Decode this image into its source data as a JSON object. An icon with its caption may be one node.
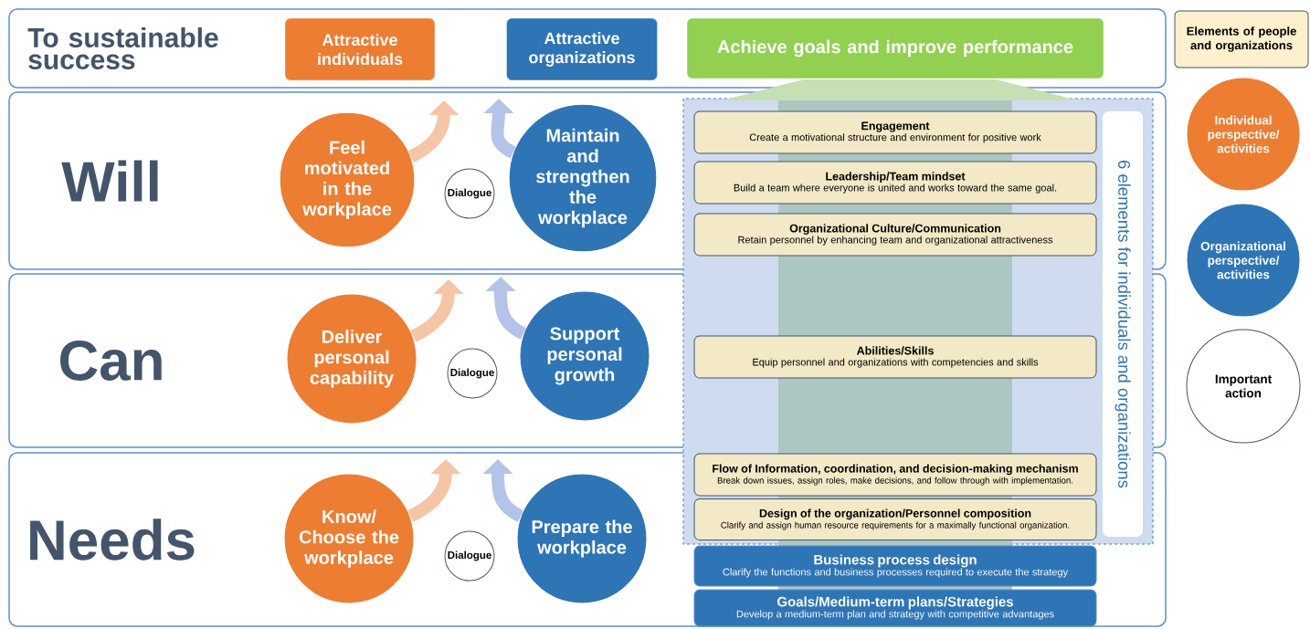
{
  "diagram": {
    "nodes": [
      {
        "text": [
          "To sustainable success"
        ]
      },
      {
        "text": [
          "Attractive individuals"
        ],
        "in": 0
      },
      {
        "text": [
          "Attractive organizations"
        ],
        "in": 0
      },
      {
        "text": [
          "Achieve goals and improve performance"
        ],
        "in": 0
      },
      {
        "text": [
          "Will"
        ]
      },
      {
        "text": [
          "Feel motivated in the workplace"
        ],
        "in": 4
      },
      {
        "text": [
          "Dialogue"
        ],
        "in": 4
      },
      {
        "text": [
          "Maintain and strengthen the workplace"
        ],
        "in": 4
      },
      {
        "text": [
          "Can"
        ]
      },
      {
        "text": [
          "Deliver personal capability"
        ],
        "in": 8
      },
      {
        "text": [
          "Dialogue"
        ],
        "in": 8
      },
      {
        "text": [
          "Support personal growth"
        ],
        "in": 8
      },
      {
        "text": [
          "Needs"
        ]
      },
      {
        "text": [
          "Know/ Choose the workplace"
        ],
        "in": 12
      },
      {
        "text": [
          "Dialogue"
        ],
        "in": 12
      },
      {
        "text": [
          "Prepare the workplace"
        ],
        "in": 12
      },
      {
        "text": [
          "6 elements for individuals and organizations"
        ]
      },
      {
        "text": [
          "Engagement",
          "Create a motivational structure and environment for positive work"
        ],
        "in": 4
      },
      {
        "text": [
          "Leadership/Team mindset",
          "Build a team where everyone is united and works toward the same goal."
        ],
        "in": 4
      },
      {
        "text": [
          "Organizational Culture/Communication",
          "Retain personnel by enhancing team and organizational attractiveness"
        ],
        "in": 4
      },
      {
        "text": [
          "Abilities/Skills",
          "Equip personnel and organizations with competencies and skills"
        ],
        "in": 8
      },
      {
        "text": [
          "Flow of Information, coordination, and decision-making mechanism",
          "Break down issues, assign roles, make decisions, and follow through with implementation."
        ],
        "in": 12
      },
      {
        "text": [
          "Design of the organization/Personnel composition",
          "Clarify and assign human resource requirements for a maximally functional organization."
        ],
        "in": 12
      },
      {
        "text": [
          "Business process design",
          "Clarify the functions and business processes required to execute the strategy"
        ],
        "in": 12
      },
      {
        "text": [
          "Goals/Medium-term plans/Strategies",
          "Develop a medium-term plan and strategy with competitive advantages"
        ],
        "in": 12
      }
    ],
    "edges": [
      {
        "from": 5,
        "to": null,
        "arrow": "to",
        "color": "#f5c6a5"
      },
      {
        "from": 7,
        "to": null,
        "arrow": "to",
        "color": "#b4c3e8"
      },
      {
        "from": 9,
        "to": null,
        "arrow": "to",
        "color": "#f5c6a5"
      },
      {
        "from": 11,
        "to": null,
        "arrow": "to",
        "color": "#b4c3e8"
      },
      {
        "from": 13,
        "to": null,
        "arrow": "to",
        "color": "#f5c6a5"
      },
      {
        "from": 15,
        "to": null,
        "arrow": "to",
        "color": "#b4c3e8"
      }
    ],
    "legend": [
      {
        "text": "Elements of people and organizations",
        "color": "#fdf0cc"
      },
      {
        "text": "Individual perspective/ activities",
        "color": "#ed7d31"
      },
      {
        "text": "Organizational perspective/ activities",
        "color": "#2e75b6"
      },
      {
        "text": "Important action"
      }
    ]
  }
}
